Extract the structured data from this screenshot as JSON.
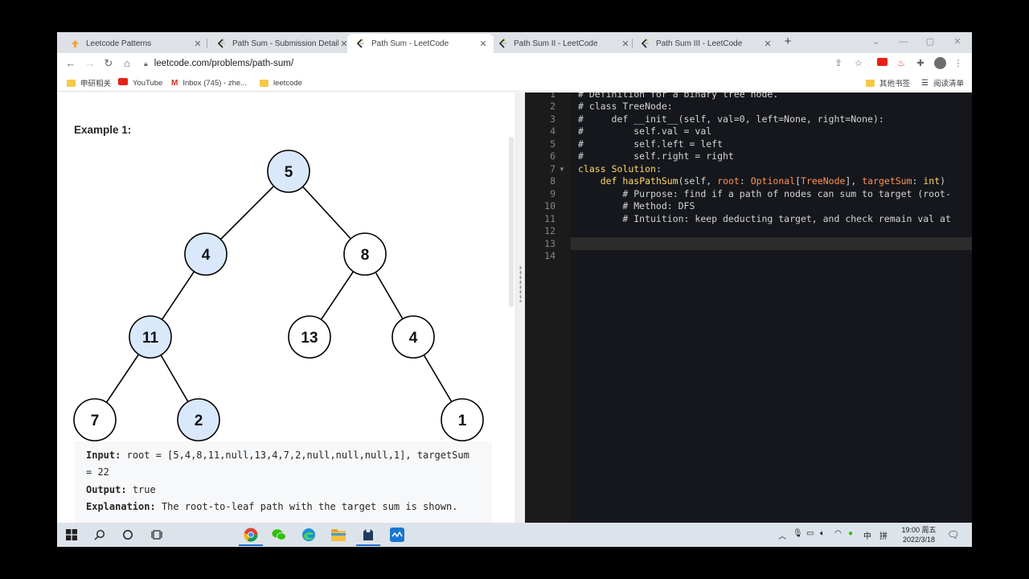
{
  "browser": {
    "tabs": [
      {
        "title": "Leetcode Patterns",
        "active": false,
        "favicon": "leetcode-patterns-icon"
      },
      {
        "title": "Path Sum - Submission Detail",
        "active": false,
        "favicon": "leetcode-icon"
      },
      {
        "title": "Path Sum - LeetCode",
        "active": true,
        "favicon": "leetcode-icon"
      },
      {
        "title": "Path Sum II - LeetCode",
        "active": false,
        "favicon": "leetcode-icon"
      },
      {
        "title": "Path Sum III - LeetCode",
        "active": false,
        "favicon": "leetcode-icon"
      }
    ],
    "tab_close": "✕",
    "new_tab": "+",
    "url": "leetcode.com/problems/path-sum/",
    "bookmarks": [
      {
        "label": "申研相关",
        "icon": "folder-icon"
      },
      {
        "label": "YouTube",
        "icon": "youtube-icon"
      },
      {
        "label": "Inbox (745) - zhe...",
        "icon": "gmail-icon"
      },
      {
        "label": "leetcode",
        "icon": "folder-icon"
      }
    ],
    "bookmarks_right": [
      {
        "label": "其他书签",
        "icon": "folder-icon"
      },
      {
        "label": "阅读清单",
        "icon": "reading-list-icon"
      }
    ]
  },
  "problem": {
    "example_heading": "Example 1:",
    "tree_nodes": [
      {
        "id": "n5",
        "label": "5",
        "highlighted": true
      },
      {
        "id": "n4",
        "label": "4",
        "highlighted": true
      },
      {
        "id": "n8",
        "label": "8",
        "highlighted": false
      },
      {
        "id": "n11",
        "label": "11",
        "highlighted": true
      },
      {
        "id": "n13",
        "label": "13",
        "highlighted": false
      },
      {
        "id": "n4b",
        "label": "4",
        "highlighted": false
      },
      {
        "id": "n7",
        "label": "7",
        "highlighted": false
      },
      {
        "id": "n2",
        "label": "2",
        "highlighted": true
      },
      {
        "id": "n1",
        "label": "1",
        "highlighted": false
      }
    ],
    "tree_edges": [
      [
        "n5",
        "n4"
      ],
      [
        "n5",
        "n8"
      ],
      [
        "n4",
        "n11"
      ],
      [
        "n8",
        "n13"
      ],
      [
        "n8",
        "n4b"
      ],
      [
        "n11",
        "n7"
      ],
      [
        "n11",
        "n2"
      ],
      [
        "n4b",
        "n1"
      ]
    ],
    "input_label": "Input:",
    "input_value": "root = [5,4,8,11,null,13,4,7,2,null,null,null,1], targetSum",
    "input_value_cont": "= 22",
    "output_label": "Output:",
    "output_value": "true",
    "explanation_label": "Explanation:",
    "explanation_value": "The root-to-leaf path with the target sum is shown."
  },
  "editor": {
    "line_numbers": [
      "1",
      "2",
      "3",
      "4",
      "5",
      "6",
      "7",
      "8",
      "9",
      "10",
      "11",
      "12",
      "13",
      "14"
    ],
    "lines": [
      "# Definition for a binary tree node.",
      "# class TreeNode:",
      "#     def __init__(self, val=0, left=None, right=None):",
      "#         self.val = val",
      "#         self.left = left",
      "#         self.right = right",
      "",
      "",
      "        # Purpose: find if a path of nodes can sum to target (root-",
      "        # Method: DFS",
      "        # Intuition: keep deducting target, and check remain val at",
      "",
      "",
      ""
    ],
    "line7": {
      "kw": "class",
      "name": "Solution",
      "rest": ":"
    },
    "line8": {
      "indent": "    ",
      "kw": "def",
      "fn": "hasPathSum",
      "p1": "(self, ",
      "root": "root",
      "colon1": ": ",
      "opt": "Optional",
      "lb": "[",
      "tn": "TreeNode",
      "rb": "], ",
      "ts": "targetSum",
      "colon2": ": ",
      "int": "int",
      "rp": ")"
    }
  },
  "taskbar": {
    "clock_time": "19:00 周五",
    "clock_date": "2022/3/18",
    "ime": "中",
    "ime2": "拼"
  }
}
